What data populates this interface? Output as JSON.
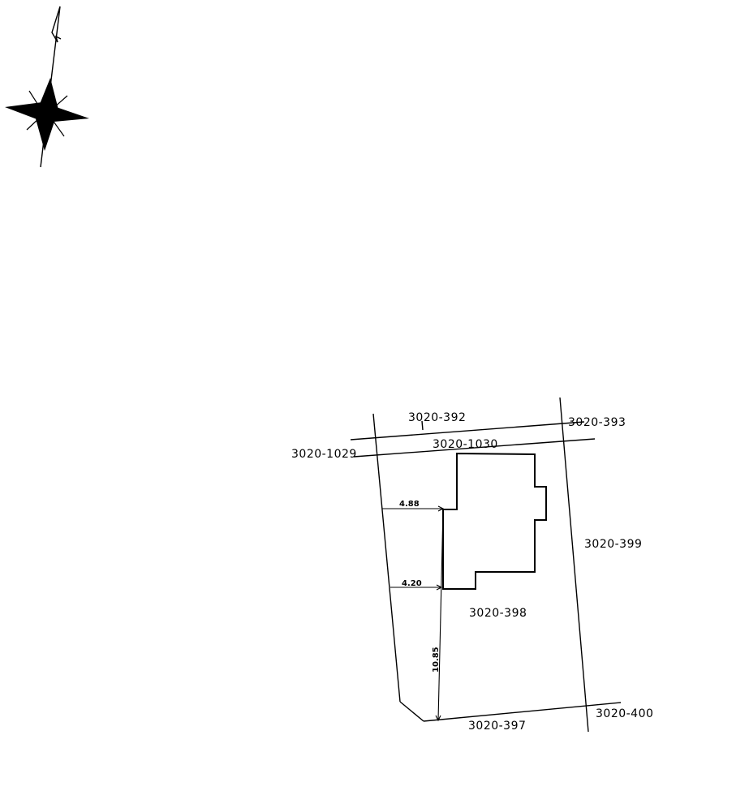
{
  "parcels": {
    "p392": "3020-392",
    "p393": "3020-393",
    "p1029": "3020-1029",
    "p1030": "3020-1030",
    "p399": "3020-399",
    "p398": "3020-398",
    "p397": "3020-397",
    "p400": "3020-400"
  },
  "dimensions": {
    "d1": "4.88",
    "d2": "4.20",
    "d3": "10.85"
  },
  "icons": {
    "compass": "north-arrow-compass-rose-icon"
  },
  "colors": {
    "ink": "#000000",
    "paper": "#ffffff"
  }
}
